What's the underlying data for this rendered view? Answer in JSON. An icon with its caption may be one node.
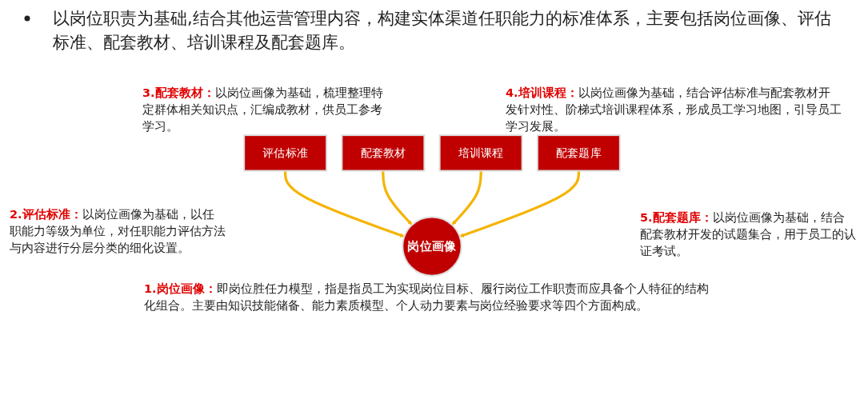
{
  "diagram": {
    "title": "以岗位职责为基础,结合其他运营管理内容，构建实体渠道任职能力的标准体系，主要包括岗位画像、评估标准、配套教材、培训课程及配套题库。",
    "nodes": [
      {
        "text": [
          "岗位画像"
        ],
        "beside": [
          "**1.岗位画像：**即岗位胜任力模型，指是指员工为实现岗位目标、履行岗位工作职责而应具备个人特征的结构化组合。主要由知识技能储备、能力素质模型、个人动力要素与岗位经验要求等四个方面构成。"
        ]
      },
      {
        "text": [
          "评估标准"
        ],
        "beside": [
          "**2.评估标准：**以岗位画像为基础，以任职能力等级为单位，对任职能力评估方法与内容进行分层分类的细化设置。"
        ]
      },
      {
        "text": [
          "配套教材"
        ],
        "beside": [
          "**3.配套教材：**以岗位画像为基础，梳理整理特定群体相关知识点，汇编成教材，供员工参考学习。"
        ]
      },
      {
        "text": [
          "培训课程"
        ],
        "beside": [
          "**4.培训课程：**以岗位画像为基础，结合评估标准与配套教材开发针对性、阶梯式培训课程体系，形成员工学习地图，引导员工学习发展。"
        ]
      },
      {
        "text": [
          "配套题库"
        ],
        "beside": [
          "**5.配套题库：**以岗位画像为基础，结合配套教材开发的试题集合，用于员工的认证考试。"
        ]
      }
    ],
    "edges": [
      {
        "from": 1,
        "to": 0,
        "arrow": "to"
      },
      {
        "from": 2,
        "to": 0,
        "arrow": "to"
      },
      {
        "from": 3,
        "to": 0,
        "arrow": "to"
      },
      {
        "from": 4,
        "to": 0,
        "arrow": "to"
      }
    ]
  }
}
